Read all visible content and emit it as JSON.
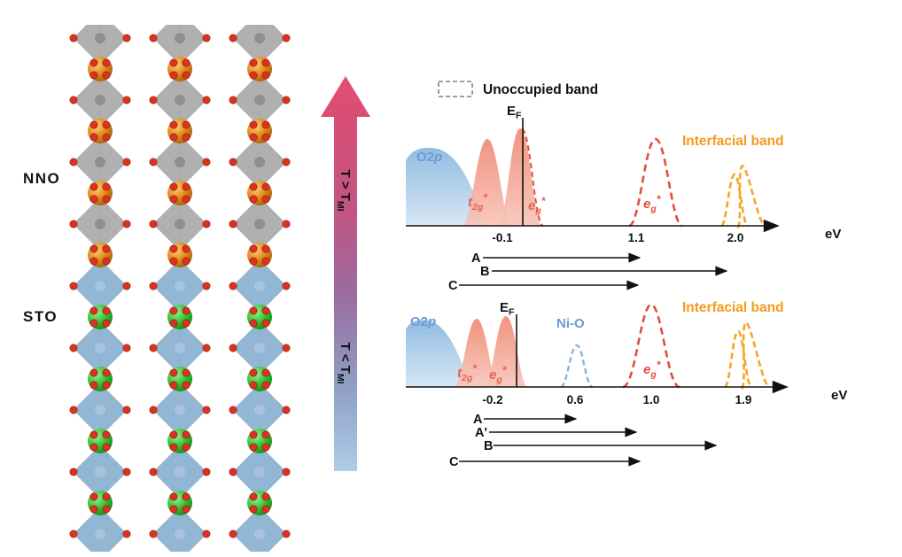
{
  "crystal": {
    "nno_label": "NNO",
    "sto_label": "STO",
    "atoms": {
      "nd_color": "#e0891c",
      "sr_color": "#35c335",
      "o_color": "#d63322",
      "nio6_color": "#a6a6a6",
      "tio6_color": "#84aecf"
    }
  },
  "temp_arrow": {
    "above_base": "T > T",
    "above_sub": "MI",
    "below_base": "T < T",
    "below_sub": "MI",
    "gradient_top": "#e54b6e",
    "gradient_bottom": "#b0cce8"
  },
  "legend": {
    "unoccupied_label": "Unoccupied band"
  },
  "chart_data": [
    {
      "type": "area",
      "name": "band-diagram-T-above-TMI",
      "condition": "T > TMI",
      "fermi": {
        "base": "E",
        "sub": "F"
      },
      "o2p": {
        "base": "O2",
        "italic": "p"
      },
      "t2g": {
        "base": "t",
        "sub": "2g",
        "sup": "*"
      },
      "eg_occupied": {
        "base": "e",
        "sub": "g",
        "sup": "*"
      },
      "eg_unoccupied": {
        "base": "e",
        "sub": "g",
        "sup": "*"
      },
      "interfacial_label": "Interfacial band",
      "unit": "eV",
      "ticks": [
        "-0.1",
        "1.1",
        "2.0"
      ],
      "bands": [
        {
          "name": "O2p",
          "style": "filled",
          "occupied": true
        },
        {
          "name": "t2g*",
          "style": "filled",
          "occupied": true,
          "peak_eV": -0.1
        },
        {
          "name": "eg*",
          "style": "filled",
          "occupied": true,
          "peak_eV": -0.1
        },
        {
          "name": "eg*",
          "style": "dashed",
          "occupied": false,
          "peak_eV": 1.1
        },
        {
          "name": "Interfacial band",
          "style": "dashed",
          "occupied": false,
          "peak_eV": 2.0
        }
      ],
      "transitions": [
        {
          "label": "A",
          "to_eV": 1.1
        },
        {
          "label": "B",
          "to_eV": 2.0
        },
        {
          "label": "C",
          "to_eV": 1.1
        }
      ]
    },
    {
      "type": "area",
      "name": "band-diagram-T-below-TMI",
      "condition": "T < TMI",
      "fermi": {
        "base": "E",
        "sub": "F"
      },
      "o2p": {
        "base": "O2",
        "italic": "p"
      },
      "t2g": {
        "base": "t",
        "sub": "2g",
        "sup": "*"
      },
      "eg_occupied": {
        "base": "e",
        "sub": "g",
        "sup": "*"
      },
      "eg_unoccupied": {
        "base": "e",
        "sub": "g",
        "sup": "*"
      },
      "nio_label": "Ni-O",
      "interfacial_label": "Interfacial band",
      "unit": "eV",
      "ticks": [
        "-0.2",
        "0.6",
        "1.0",
        "1.9"
      ],
      "bands": [
        {
          "name": "O2p",
          "style": "filled",
          "occupied": true
        },
        {
          "name": "t2g*",
          "style": "filled",
          "occupied": true,
          "peak_eV": -0.2
        },
        {
          "name": "eg*",
          "style": "filled",
          "occupied": true,
          "peak_eV": -0.2
        },
        {
          "name": "Ni-O",
          "style": "dashed",
          "occupied": false,
          "peak_eV": 0.6
        },
        {
          "name": "eg*",
          "style": "dashed",
          "occupied": false,
          "peak_eV": 1.0
        },
        {
          "name": "Interfacial band",
          "style": "dashed",
          "occupied": false,
          "peak_eV": 1.9
        }
      ],
      "transitions": [
        {
          "label": "A",
          "to_eV": 0.6
        },
        {
          "label": "A'",
          "to_eV": 1.0
        },
        {
          "label": "B",
          "to_eV": 1.9
        },
        {
          "label": "C",
          "to_eV": 1.0
        }
      ]
    }
  ],
  "colors": {
    "occupied_pink": "#f0907c",
    "band_red": "#e05038",
    "band_blue": "#7fb2e0",
    "o2p_blue": "#9ec4e4",
    "label_blue": "#6b9bd0",
    "label_pink": "#e8604f",
    "interfacial_orange": "#f59a1d"
  }
}
